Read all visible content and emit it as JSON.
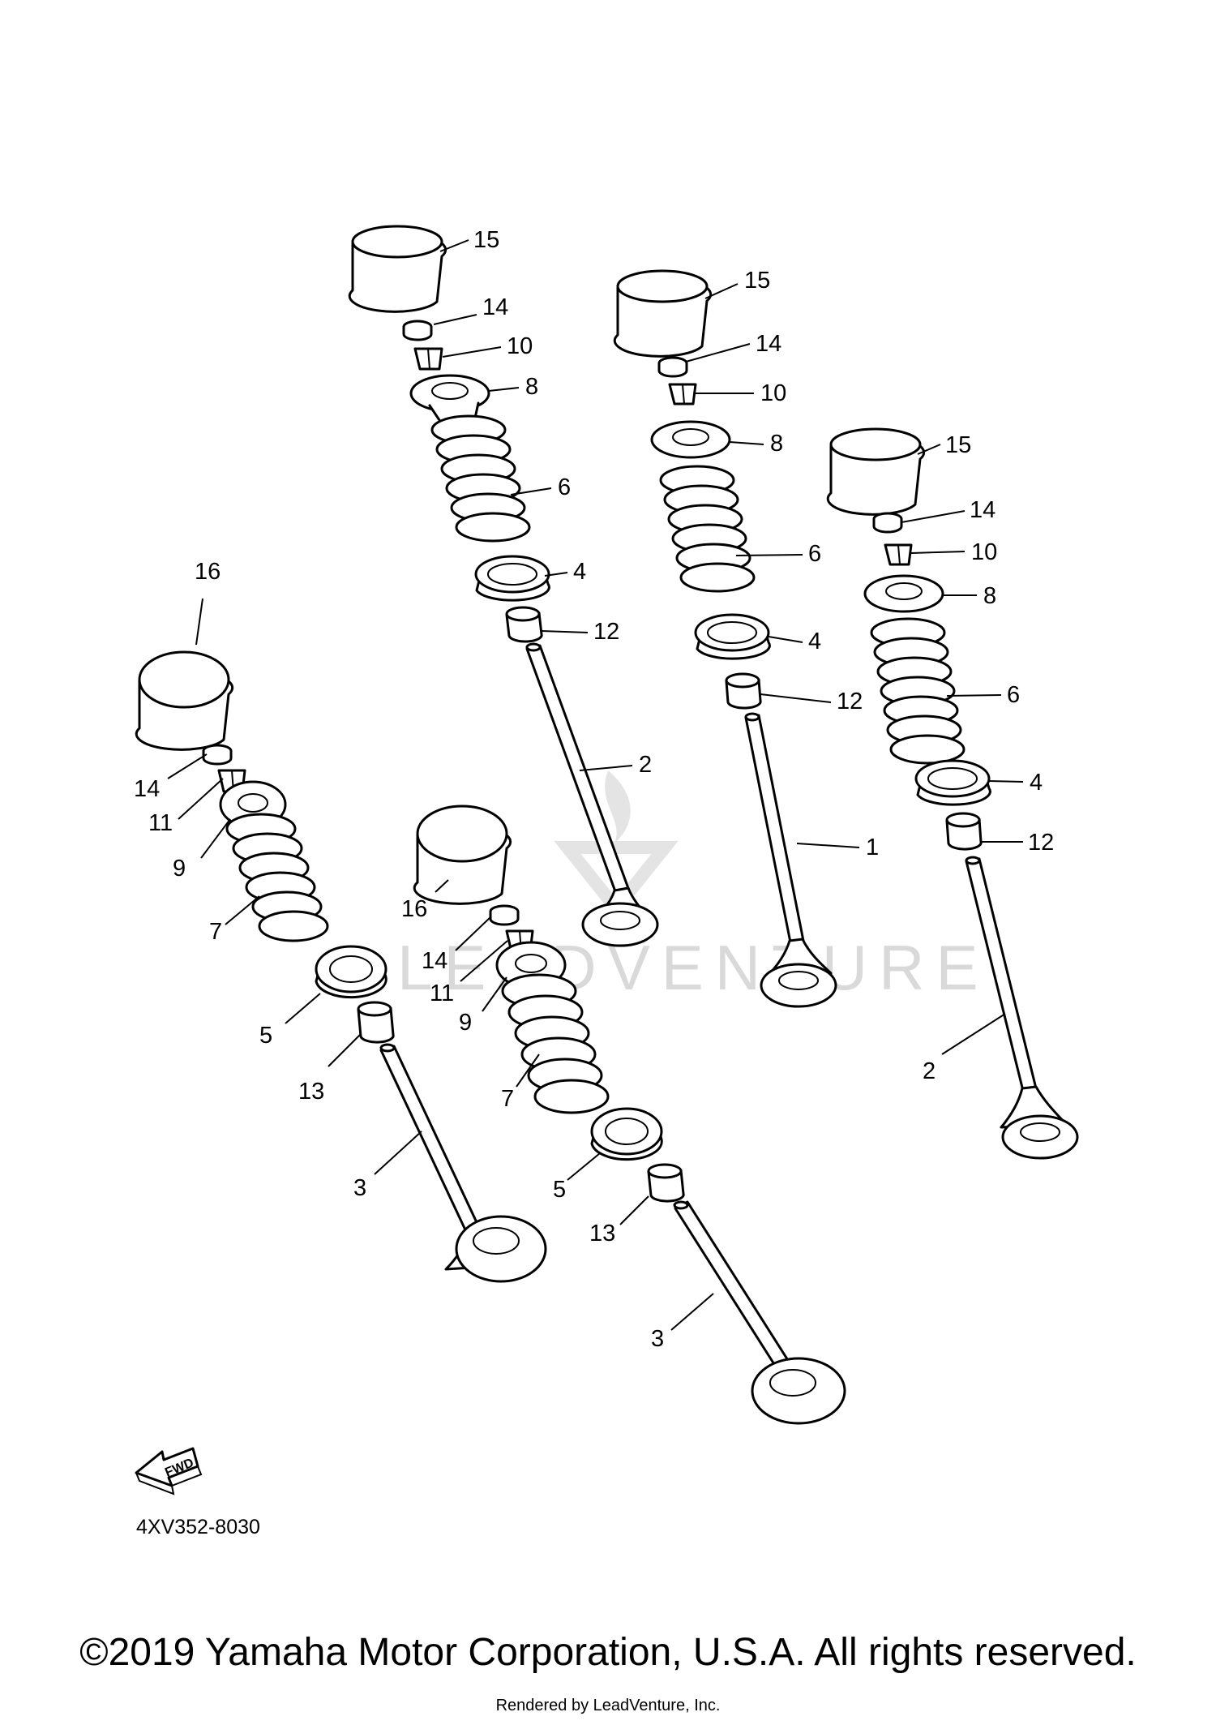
{
  "diagram": {
    "part_number_code": "4XV352-8030",
    "fwd_arrow_text": "FWD",
    "watermark_text": "LEADVENTURE",
    "callouts": {
      "a15": "15",
      "a14": "14",
      "a10": "10",
      "a8": "8",
      "a6": "6",
      "a4": "4",
      "a12": "12",
      "a2": "2",
      "b15": "15",
      "b14": "14",
      "b10": "10",
      "b8": "8",
      "b6": "6",
      "b4": "4",
      "b12": "12",
      "b1": "1",
      "c15": "15",
      "c14": "14",
      "c10": "10",
      "c8": "8",
      "c6": "6",
      "c4": "4",
      "c12": "12",
      "c2": "2",
      "d16": "16",
      "d14": "14",
      "d11": "11",
      "d9": "9",
      "d7": "7",
      "d5": "5",
      "d13": "13",
      "d3": "3",
      "e16": "16",
      "e14": "14",
      "e11": "11",
      "e9": "9",
      "e7": "7",
      "e5": "5",
      "e13": "13",
      "e3": "3"
    }
  },
  "footer": {
    "copyright": "©2019 Yamaha Motor Corporation, U.S.A. All rights reserved.",
    "rendered_by": "Rendered by LeadVenture, Inc."
  }
}
